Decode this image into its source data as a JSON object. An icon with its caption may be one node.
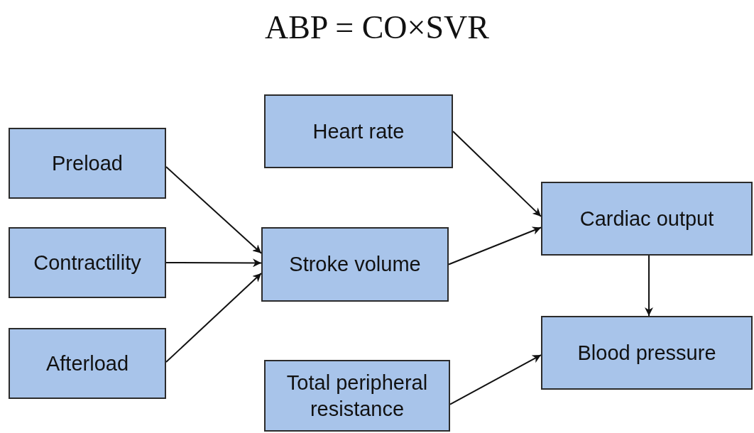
{
  "diagram": {
    "title": "ABP = CO×SVR",
    "nodes": [
      {
        "text": [
          "Heart rate"
        ]
      },
      {
        "text": [
          "Preload"
        ]
      },
      {
        "text": [
          "Contractility"
        ]
      },
      {
        "text": [
          "Stroke volume"
        ]
      },
      {
        "text": [
          "Cardiac output"
        ]
      },
      {
        "text": [
          "Afterload"
        ]
      },
      {
        "text": [
          "Blood pressure"
        ]
      },
      {
        "text": [
          "Total peripheral resistance"
        ]
      }
    ],
    "edges": [
      {
        "from": 1,
        "to": 3,
        "arrow": "to"
      },
      {
        "from": 2,
        "to": 3,
        "arrow": "to"
      },
      {
        "from": 5,
        "to": 3,
        "arrow": "to"
      },
      {
        "from": 0,
        "to": 4,
        "arrow": "to"
      },
      {
        "from": 3,
        "to": 4,
        "arrow": "to"
      },
      {
        "from": 4,
        "to": 6,
        "arrow": "to"
      },
      {
        "from": 7,
        "to": 6,
        "arrow": "to"
      }
    ]
  }
}
